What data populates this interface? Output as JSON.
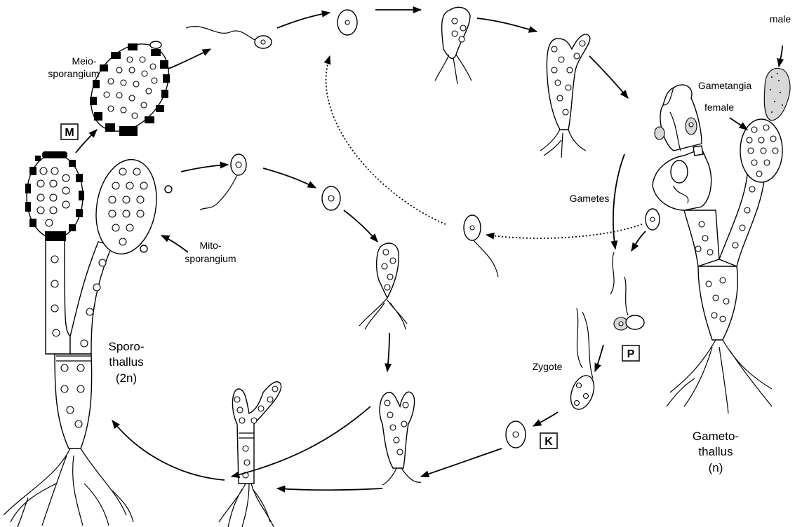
{
  "labels": {
    "meiosporangium": [
      "Meio-",
      "sporangium"
    ],
    "mitosporangium": [
      "Mito-",
      "sporangium"
    ],
    "sporothallus": [
      "Sporo-",
      "thallus",
      "(2n)"
    ],
    "gametothallus": [
      "Gameto-",
      "thallus",
      "(n)"
    ],
    "gametes": "Gametes",
    "zygote": "Zygote",
    "gametangia": "Gametangia",
    "male": "male",
    "female": "female"
  },
  "stage_boxes": {
    "M": "M",
    "P": "P",
    "K": "K"
  },
  "colors": {
    "line": "#000000",
    "background": "#ffffff",
    "stipple": "#d8d8d8"
  }
}
